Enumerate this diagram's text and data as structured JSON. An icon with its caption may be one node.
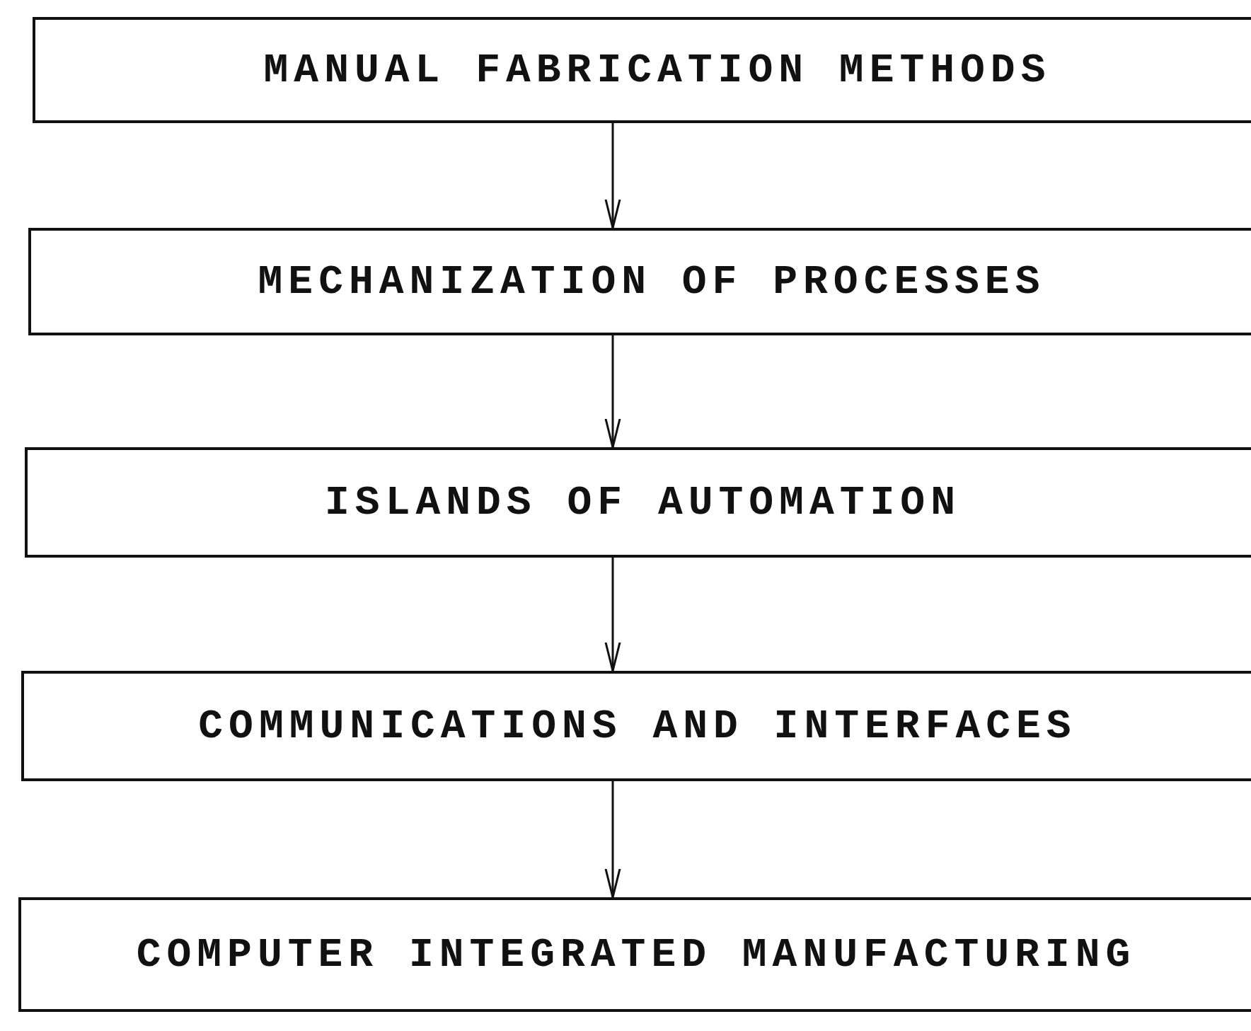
{
  "diagram": {
    "nodes": [
      {
        "text": [
          "MANUAL FABRICATION METHODS"
        ]
      },
      {
        "text": [
          "MECHANIZATION OF PROCESSES"
        ]
      },
      {
        "text": [
          "ISLANDS OF AUTOMATION"
        ]
      },
      {
        "text": [
          "COMMUNICATIONS AND INTERFACES"
        ]
      },
      {
        "text": [
          "COMPUTER INTEGRATED MANUFACTURING"
        ]
      }
    ],
    "edges": [
      {
        "from": 0,
        "to": 1,
        "arrow": "to"
      },
      {
        "from": 1,
        "to": 2,
        "arrow": "to"
      },
      {
        "from": 2,
        "to": 3,
        "arrow": "to"
      },
      {
        "from": 3,
        "to": 4,
        "arrow": "to"
      }
    ]
  }
}
